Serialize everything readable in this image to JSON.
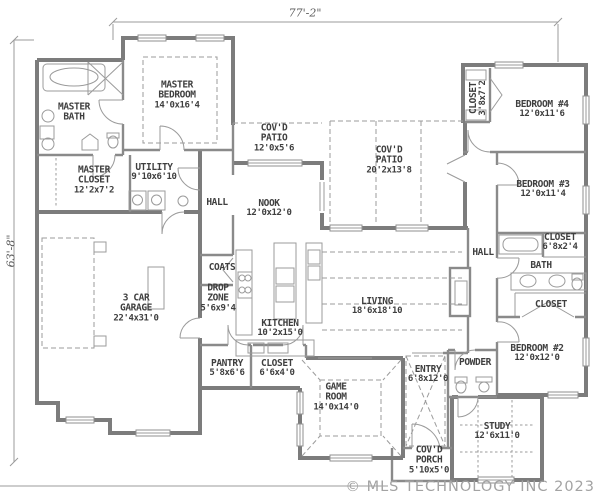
{
  "dimensions": {
    "width_label": "77'-2\"",
    "height_label": "63'-8\""
  },
  "copyright": "© MLS TECHNOLOGY INC 2023",
  "rooms": {
    "master_bedroom": {
      "name": "MASTER\nBEDROOM",
      "size": "14'0x16'4"
    },
    "master_bath": {
      "name": "MASTER\nBATH"
    },
    "master_closet": {
      "name": "MASTER\nCLOSET",
      "size": "12'2x7'2"
    },
    "utility": {
      "name": "UTILITY",
      "size": "9'10x6'10"
    },
    "hall_a": {
      "name": "HALL"
    },
    "patio_small": {
      "name": "COV'D\nPATIO",
      "size": "12'0x5'6"
    },
    "nook": {
      "name": "NOOK",
      "size": "12'0x12'0"
    },
    "patio_large": {
      "name": "COV'D\nPATIO",
      "size": "20'2x13'8"
    },
    "bedroom4": {
      "name": "BEDROOM #4",
      "size": "12'0x11'6"
    },
    "closet_b4": {
      "name": "CLOSET",
      "size": "3'8x7'2"
    },
    "bedroom3": {
      "name": "BEDROOM #3",
      "size": "12'0x11'4"
    },
    "hall_b": {
      "name": "HALL"
    },
    "closet_bath": {
      "name": "CLOSET",
      "size": "6'8x2'4"
    },
    "bath": {
      "name": "BATH"
    },
    "closet_b2": {
      "name": "CLOSET"
    },
    "bedroom2": {
      "name": "BEDROOM #2",
      "size": "12'0x12'0"
    },
    "living": {
      "name": "LIVING",
      "size": "18'6x18'10"
    },
    "kitchen": {
      "name": "KITCHEN",
      "size": "10'2x15'0"
    },
    "coats": {
      "name": "COATS"
    },
    "drop_zone": {
      "name": "DROP\nZONE",
      "size": "5'6x9'4"
    },
    "garage": {
      "name": "3 CAR\nGARAGE",
      "size": "22'4x31'0"
    },
    "pantry": {
      "name": "PANTRY",
      "size": "5'8x6'6"
    },
    "closet_hall": {
      "name": "CLOSET",
      "size": "6'6x4'0"
    },
    "game_room": {
      "name": "GAME\nROOM",
      "size": "14'0x14'0"
    },
    "entry": {
      "name": "ENTRY",
      "size": "6'8x12'0"
    },
    "powder": {
      "name": "POWDER"
    },
    "study": {
      "name": "STUDY",
      "size": "12'6x11'0"
    },
    "porch": {
      "name": "COV'D\nPORCH",
      "size": "5'10x5'0"
    }
  }
}
